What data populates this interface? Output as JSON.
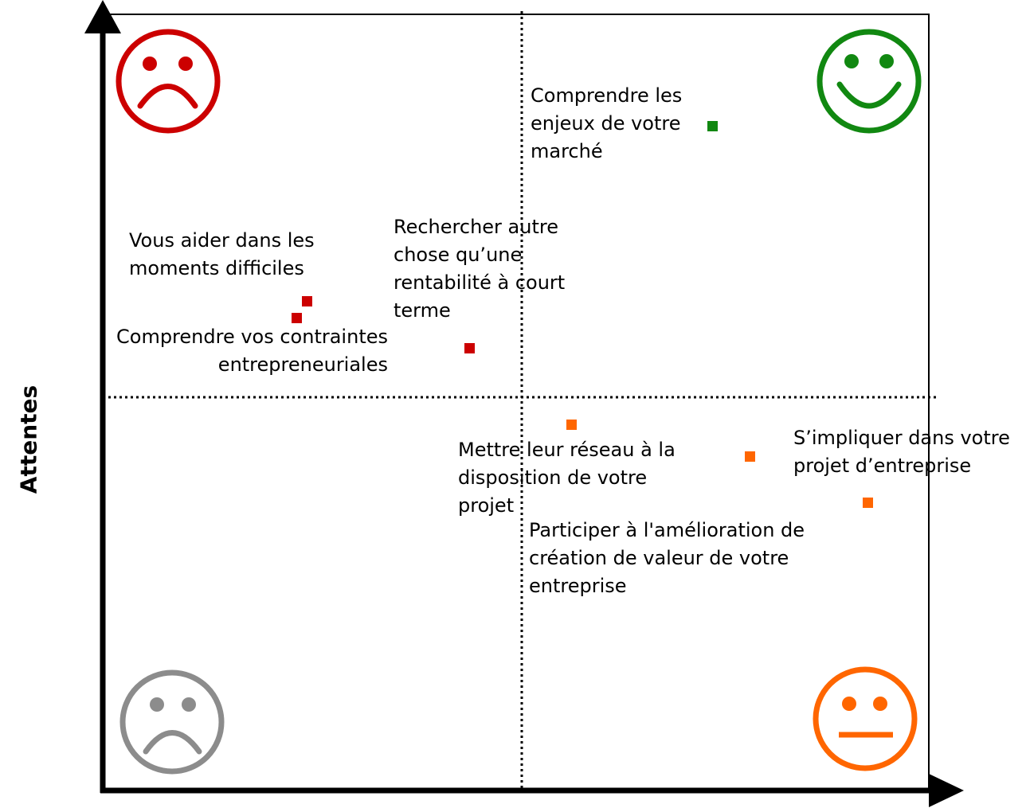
{
  "y_axis_label": "Attentes",
  "colors": {
    "red": "#cc0000",
    "green": "#118811",
    "orange": "#ff6600",
    "gray": "#8c8c8c"
  },
  "quadrant_icons": [
    {
      "name": "unhappy-face-red-icon",
      "mood": "sad",
      "color": "#cc0000"
    },
    {
      "name": "happy-face-green-icon",
      "mood": "happy",
      "color": "#118811"
    },
    {
      "name": "unhappy-face-gray-icon",
      "mood": "sad",
      "color": "#8c8c8c"
    },
    {
      "name": "neutral-face-orange-icon",
      "mood": "neutral",
      "color": "#ff6600"
    }
  ],
  "items": [
    {
      "id": "comprendre-enjeux",
      "label": "Comprendre les\nenjeux de votre\nmarché",
      "color": "#118811"
    },
    {
      "id": "aider-moments",
      "label": "Vous aider dans les\nmoments difficiles",
      "color": "#cc0000"
    },
    {
      "id": "rechercher-autre",
      "label": "Rechercher autre\nchose qu’une\nrentabilité à court\nterme",
      "color": "#cc0000"
    },
    {
      "id": "comprendre-contraintes",
      "label": "Comprendre vos contraintes\nentrepreneuriales",
      "color": "#cc0000"
    },
    {
      "id": "mettre-reseau",
      "label": "Mettre leur réseau à la\ndisposition de votre\nprojet",
      "color": "#ff6600"
    },
    {
      "id": "impliquer",
      "label": "S’impliquer dans votre\nprojet d’entreprise",
      "color": "#ff6600"
    },
    {
      "id": "participer",
      "label": "Participer à l'amélioration de\ncréation de valeur de votre\nentreprise",
      "color": "#ff6600"
    }
  ]
}
